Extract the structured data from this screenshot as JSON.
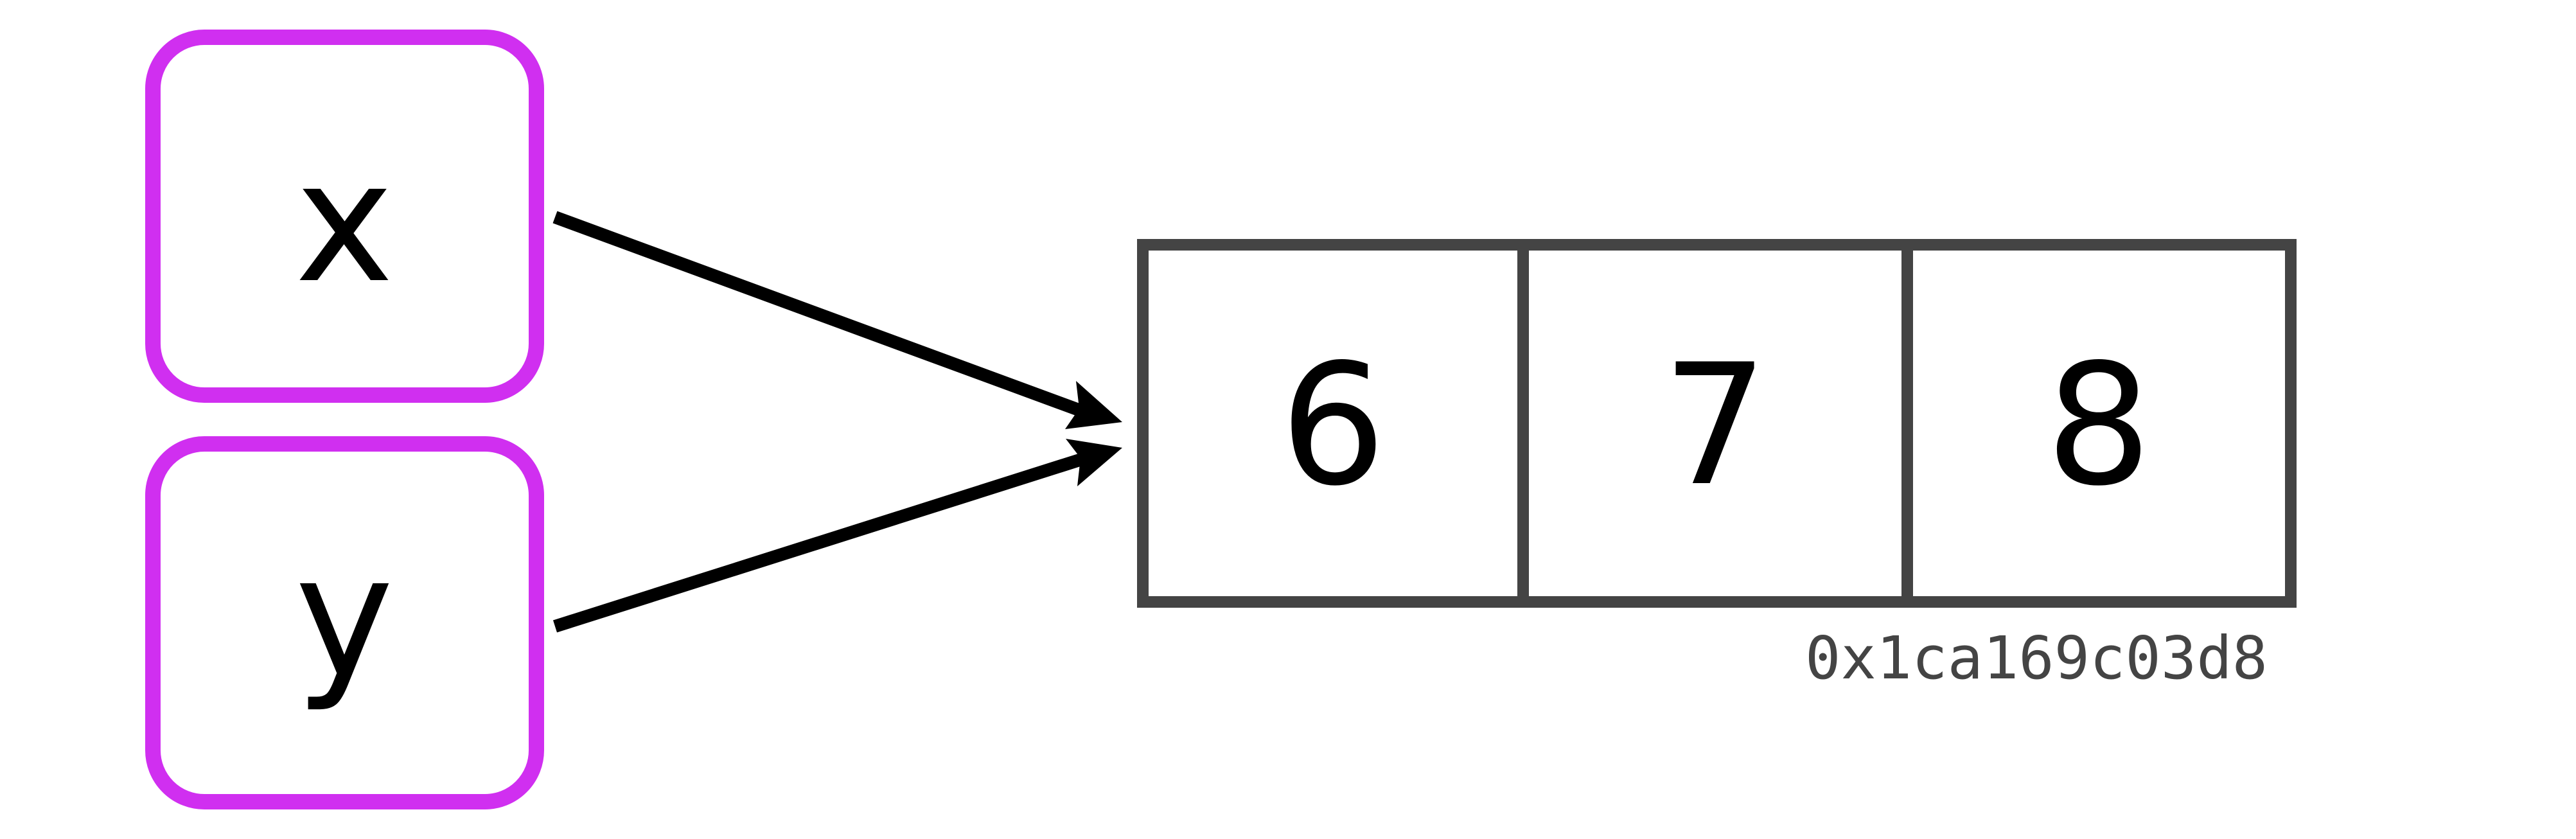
{
  "variables": [
    {
      "label": "x"
    },
    {
      "label": "y"
    }
  ],
  "array": {
    "cells": [
      "6",
      "7",
      "8"
    ],
    "address": "0x1ca169c03d8"
  },
  "colors": {
    "variable_border": "#d02ff0",
    "array_border": "#444444",
    "arrow": "#000000",
    "address_text": "#444444"
  }
}
